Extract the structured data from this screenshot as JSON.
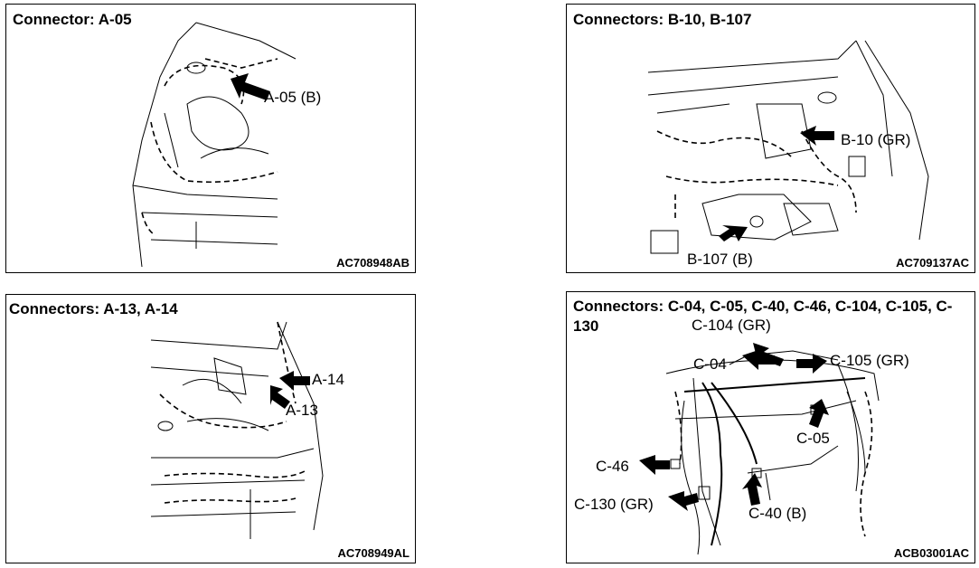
{
  "panels": [
    {
      "title": "Connector: A-05",
      "figure_code": "AC708948AB",
      "labels": [
        "A-05 (B)"
      ]
    },
    {
      "title": "Connectors: B-10, B-107",
      "figure_code": "AC709137AC",
      "labels": [
        "B-10 (GR)",
        "B-107 (B)"
      ]
    },
    {
      "title": "Connectors: A-13, A-14",
      "figure_code": "AC708949AL",
      "labels": [
        "A-14",
        "A-13"
      ]
    },
    {
      "title": "Connectors: C-04, C-05, C-40, C-46, C-104, C-105, C-130",
      "figure_code": "ACB03001AC",
      "labels": [
        "C-104 (GR)",
        "C-04",
        "C-105 (GR)",
        "C-05",
        "C-46",
        "C-130 (GR)",
        "C-40 (B)"
      ]
    }
  ]
}
